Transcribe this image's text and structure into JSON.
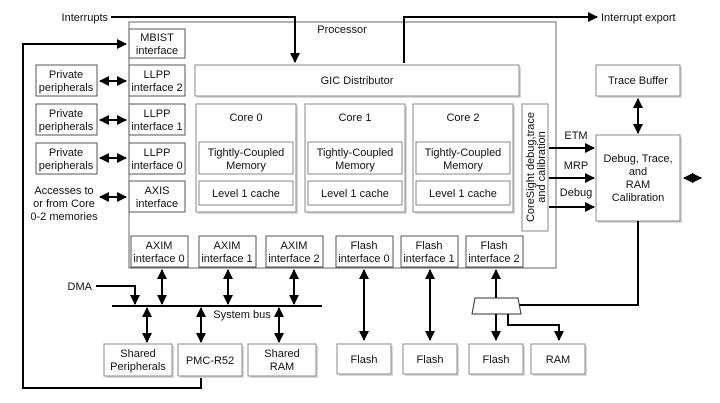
{
  "labels": {
    "interrupts": "Interrupts",
    "interrupt_export": "Interrupt export",
    "processor": "Processor",
    "mbist": [
      "MBIST",
      "interface"
    ],
    "llpp2": [
      "LLPP",
      "interface 2"
    ],
    "llpp1": [
      "LLPP",
      "interface 1"
    ],
    "llpp0": [
      "LLPP",
      "interface 0"
    ],
    "axis": [
      "AXIS",
      "interface"
    ],
    "private_peripherals": [
      "Private",
      "peripherals"
    ],
    "accesses": [
      "Accesses to",
      "or from Core",
      "0-2 memories"
    ],
    "gic": "GIC Distributor",
    "cores": [
      {
        "name": "Core 0",
        "tcm": [
          "Tightly-Coupled",
          "Memory"
        ],
        "cache": "Level 1 cache"
      },
      {
        "name": "Core 1",
        "tcm": [
          "Tightly-Coupled",
          "Memory"
        ],
        "cache": "Level 1 cache"
      },
      {
        "name": "Core 2",
        "tcm": [
          "Tightly-Coupled",
          "Memory"
        ],
        "cache": "Level 1 cache"
      }
    ],
    "coresight": [
      "CoreSight debug,trace",
      "and calibration"
    ],
    "etm": "ETM",
    "mrp": "MRP",
    "debug": "Debug",
    "trace_buffer": "Trace Buffer",
    "debug_trace": [
      "Debug,  Trace,",
      "and",
      "RAM",
      "Calibration"
    ],
    "axim": [
      [
        "AXIM",
        "interface 0"
      ],
      [
        "AXIM",
        "interface 1"
      ],
      [
        "AXIM",
        "interface 2"
      ]
    ],
    "flash_if": [
      [
        "Flash",
        "interface 0"
      ],
      [
        "Flash",
        "interface 1"
      ],
      [
        "Flash",
        "interface 2"
      ]
    ],
    "dma": "DMA",
    "system_bus": "System bus",
    "shared_peripherals": [
      "Shared",
      "Peripherals"
    ],
    "pmc": "PMC-R52",
    "shared_ram": [
      "Shared",
      "RAM"
    ],
    "flash": "Flash",
    "ram": "RAM"
  }
}
